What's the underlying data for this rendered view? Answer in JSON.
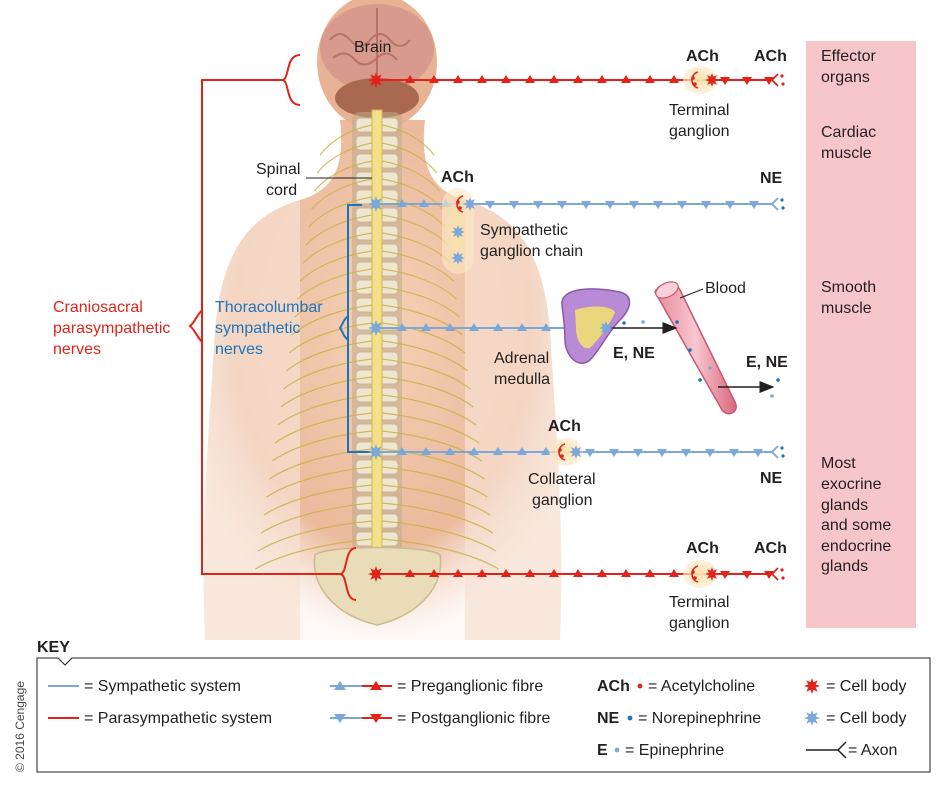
{
  "colors": {
    "sympathetic": "#7ba7d9",
    "parasympathetic": "#e2231a",
    "effector_panel": "#f7c6cb",
    "ganglion_glow": "#fbe4b8"
  },
  "labels": {
    "brain": "Brain",
    "spinal_cord_l1": "Spinal",
    "spinal_cord_l2": "cord",
    "cranio_l1": "Craniosacral",
    "cranio_l2": "parasympathetic",
    "cranio_l3": "nerves",
    "thoraco_l1": "Thoracolumbar",
    "thoraco_l2": "sympathetic",
    "thoraco_l3": "nerves",
    "ach_top_1": "ACh",
    "ach_top_2": "ACh",
    "terminal_ganglion_top_l1": "Terminal",
    "terminal_ganglion_top_l2": "ganglion",
    "ach_symp": "ACh",
    "ne_symp": "NE",
    "sympathetic_chain_l1": "Sympathetic",
    "sympathetic_chain_l2": "ganglion chain",
    "blood": "Blood",
    "adrenal_l1": "Adrenal",
    "adrenal_l2": "medulla",
    "e_ne_adrenal": "E, NE",
    "e_ne_blood": "E, NE",
    "ach_collateral": "ACh",
    "ne_collateral": "NE",
    "collateral_l1": "Collateral",
    "collateral_l2": "ganglion",
    "ach_bottom_1": "ACh",
    "ach_bottom_2": "ACh",
    "terminal_ganglion_bottom_l1": "Terminal",
    "terminal_ganglion_bottom_l2": "ganglion"
  },
  "effectors": {
    "effector_l1": "Effector",
    "effector_l2": "organs",
    "cardiac_l1": "Cardiac",
    "cardiac_l2": "muscle",
    "smooth_l1": "Smooth",
    "smooth_l2": "muscle",
    "glands_l1": "Most",
    "glands_l2": "exocrine",
    "glands_l3": "glands",
    "glands_l4": "and some",
    "glands_l5": "endocrine",
    "glands_l6": "glands"
  },
  "key": {
    "title": "KEY",
    "sympathetic_system": "= Sympathetic system",
    "parasympathetic_system": "= Parasympathetic system",
    "preganglionic": "= Preganglionic fibre",
    "postganglionic": "= Postganglionic fibre",
    "ach_abbr": "ACh",
    "ach_def": "= Acetylcholine",
    "ne_abbr": "NE",
    "ne_def": "= Norepinephrine",
    "e_abbr": "E",
    "e_def": "= Epinephrine",
    "cell_body_red": "= Cell body",
    "cell_body_blue": "= Cell body",
    "axon": "= Axon"
  },
  "copyright": "© 2016 Cengage"
}
